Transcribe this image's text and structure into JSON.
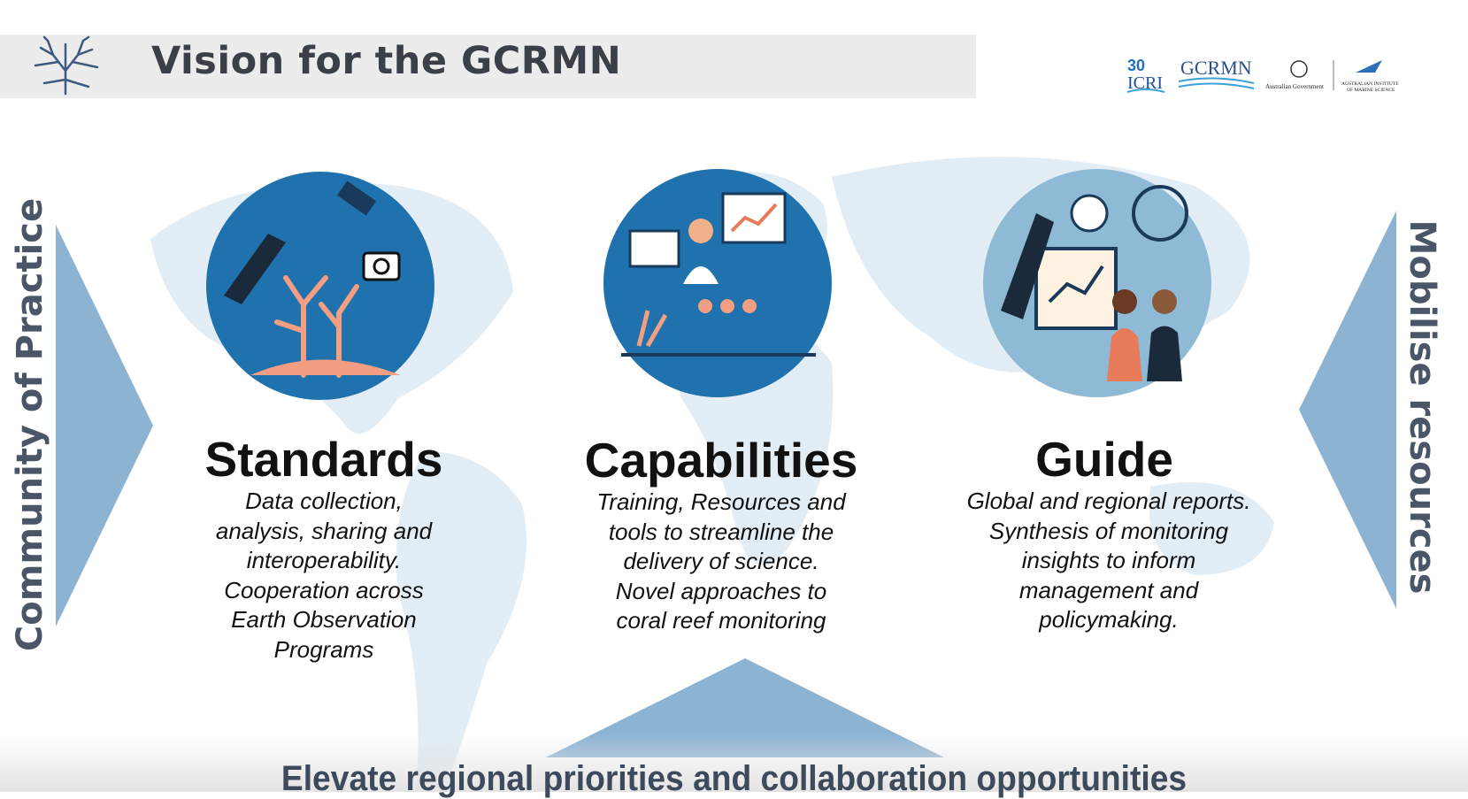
{
  "header": {
    "title": "Vision for the GCRMN"
  },
  "logos": {
    "icri": "30 ICRI",
    "gcrmn": "GCRMN",
    "gov": "Australian Government",
    "aims": "Australian Institute of Marine Science"
  },
  "left_label": "Community of Practice",
  "right_label": "Mobilise resources",
  "bottom_label": "Elevate regional priorities and collaboration opportunities",
  "pillars": [
    {
      "title": "Standards",
      "lines": [
        "Data collection,",
        "analysis, sharing and",
        "interoperability.",
        "Cooperation across",
        "Earth Observation",
        "Programs"
      ]
    },
    {
      "title": "Capabilities",
      "lines": [
        "Training, Resources and",
        "tools to streamline the",
        "delivery of science.",
        "Novel approaches to",
        "coral reef monitoring"
      ]
    },
    {
      "title": "Guide",
      "lines": [
        "Global and regional reports.",
        "Synthesis of monitoring",
        "insights to inform",
        "management and",
        "policymaking."
      ]
    }
  ],
  "colors": {
    "triangle": "#8db3d3",
    "circle": "#1f72ad",
    "text": "#4a5568"
  }
}
